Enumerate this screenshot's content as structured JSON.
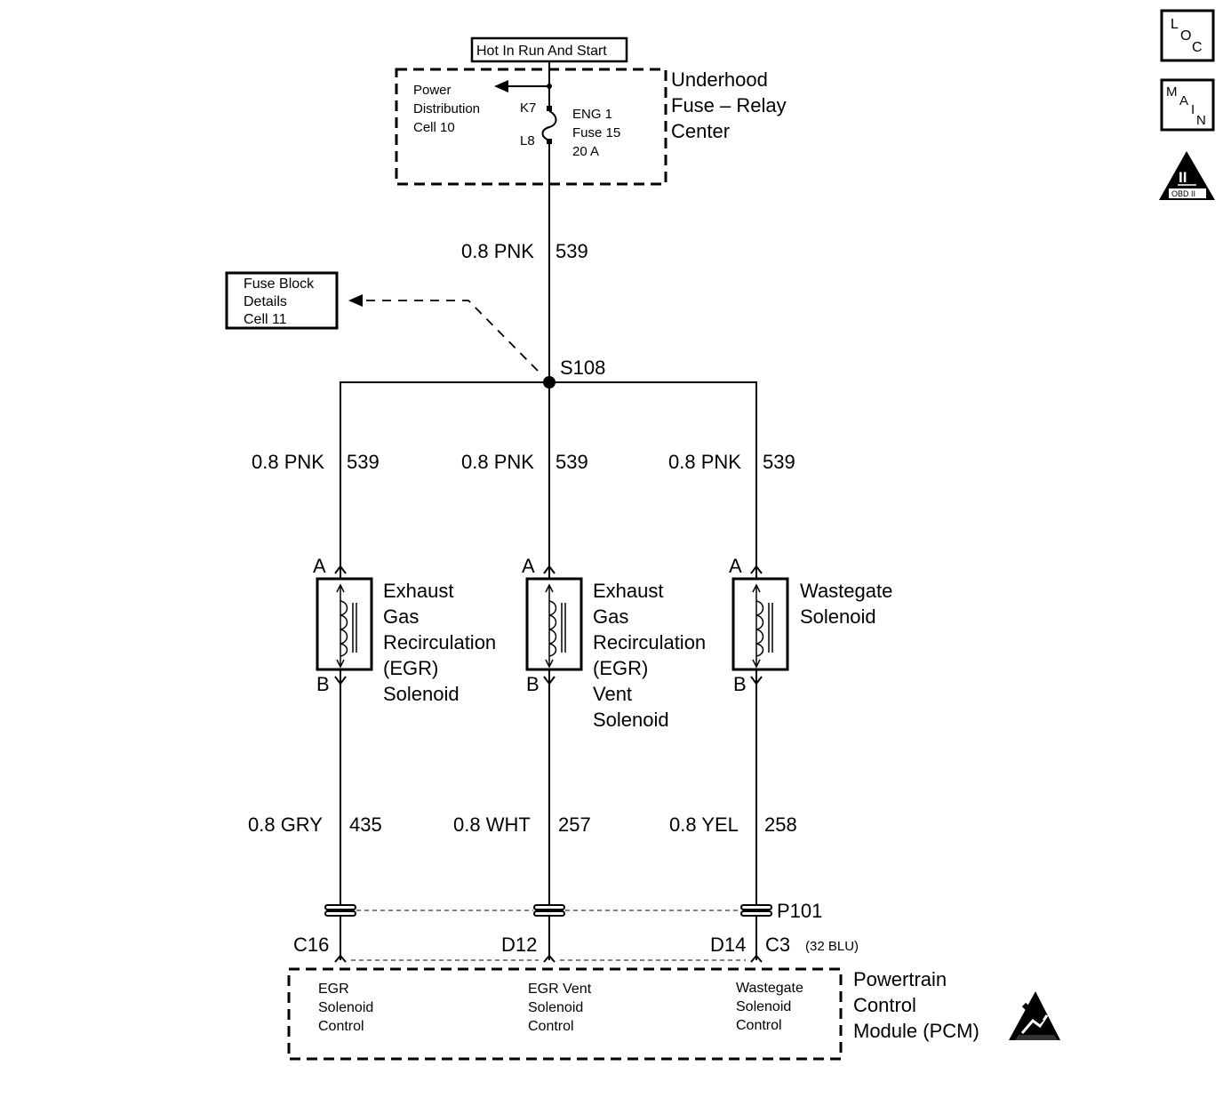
{
  "header": {
    "hot_label": "Hot In Run And Start"
  },
  "fuse_center": {
    "title_lines": [
      "Underhood",
      "Fuse – Relay",
      "Center"
    ],
    "power_dist_lines": [
      "Power",
      "Distribution",
      "Cell 10"
    ],
    "pin_top": "K7",
    "pin_bottom": "L8",
    "fuse_lines": [
      "ENG 1",
      "Fuse 15",
      "20 A"
    ]
  },
  "fuse_block_ref": {
    "lines": [
      "Fuse Block",
      "Details",
      "Cell 11"
    ]
  },
  "splice": {
    "label": "S108"
  },
  "wires": {
    "feed": {
      "gauge_color": "0.8 PNK",
      "circuit": "539"
    },
    "branch_left": {
      "gauge_color": "0.8 PNK",
      "circuit": "539"
    },
    "branch_mid": {
      "gauge_color": "0.8 PNK",
      "circuit": "539"
    },
    "branch_right": {
      "gauge_color": "0.8 PNK",
      "circuit": "539"
    },
    "ctrl_left": {
      "gauge_color": "0.8 GRY",
      "circuit": "435"
    },
    "ctrl_mid": {
      "gauge_color": "0.8 WHT",
      "circuit": "257"
    },
    "ctrl_right": {
      "gauge_color": "0.8 YEL",
      "circuit": "258"
    }
  },
  "solenoids": [
    {
      "pin_a": "A",
      "pin_b": "B",
      "label_lines": [
        "Exhaust",
        "Gas",
        "Recirculation",
        "(EGR)",
        "Solenoid"
      ]
    },
    {
      "pin_a": "A",
      "pin_b": "B",
      "label_lines": [
        "Exhaust",
        "Gas",
        "Recirculation",
        "(EGR)",
        "Vent",
        "Solenoid"
      ]
    },
    {
      "pin_a": "A",
      "pin_b": "B",
      "label_lines": [
        "Wastegate",
        "Solenoid"
      ]
    }
  ],
  "inline_connector": {
    "label": "P101"
  },
  "pcm": {
    "title_lines": [
      "Powertrain",
      "Control",
      "Module (PCM)"
    ],
    "connector_note": "(32 BLU)",
    "pins": [
      "C16",
      "D12",
      "D14",
      "C3"
    ],
    "inputs": [
      {
        "lines": [
          "EGR",
          "Solenoid",
          "Control"
        ]
      },
      {
        "lines": [
          "EGR Vent",
          "Solenoid",
          "Control"
        ]
      },
      {
        "lines": [
          "Wastegate",
          "Solenoid",
          "Control"
        ]
      }
    ]
  },
  "side_icons": {
    "loc": [
      "L",
      "O",
      "C"
    ],
    "main": [
      "M",
      "A",
      "I",
      "N"
    ],
    "obd_numeral": "II",
    "obd_label": "OBD II",
    "icon_names": [
      "loc-icon",
      "main-icon",
      "obd-ii-icon",
      "esd-sensitive-icon"
    ]
  }
}
